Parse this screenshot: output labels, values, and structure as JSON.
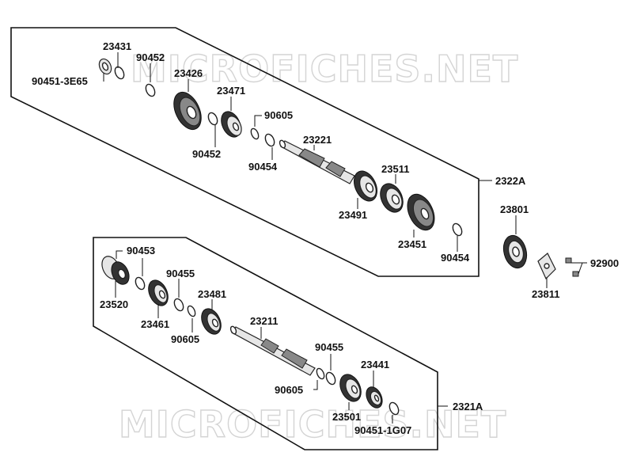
{
  "watermarks": [
    "MICROFICHES.NET",
    "MICROFICHES.NET"
  ],
  "assemblies": [
    {
      "id": "upper",
      "label": "2322A"
    },
    {
      "id": "lower",
      "label": "2321A"
    }
  ],
  "part_labels": {
    "p23431": "23431",
    "p90451_3E65": "90451-3E65",
    "p90452_a": "90452",
    "p23426": "23426",
    "p23471": "23471",
    "p90605_a": "90605",
    "p90452_b": "90452",
    "p90454_a": "90454",
    "p23221": "23221",
    "p23511": "23511",
    "p23491": "23491",
    "p23451": "23451",
    "p90454_b": "90454",
    "p23801": "23801",
    "p92900": "92900",
    "p23811": "23811",
    "p90453": "90453",
    "p90455_a": "90455",
    "p23520": "23520",
    "p23481": "23481",
    "p23461": "23461",
    "p90605_b": "90605",
    "p23211": "23211",
    "p90455_b": "90455",
    "p23441": "23441",
    "p90605_c": "90605",
    "p23501": "23501",
    "p90451_1G07": "90451-1G07"
  }
}
